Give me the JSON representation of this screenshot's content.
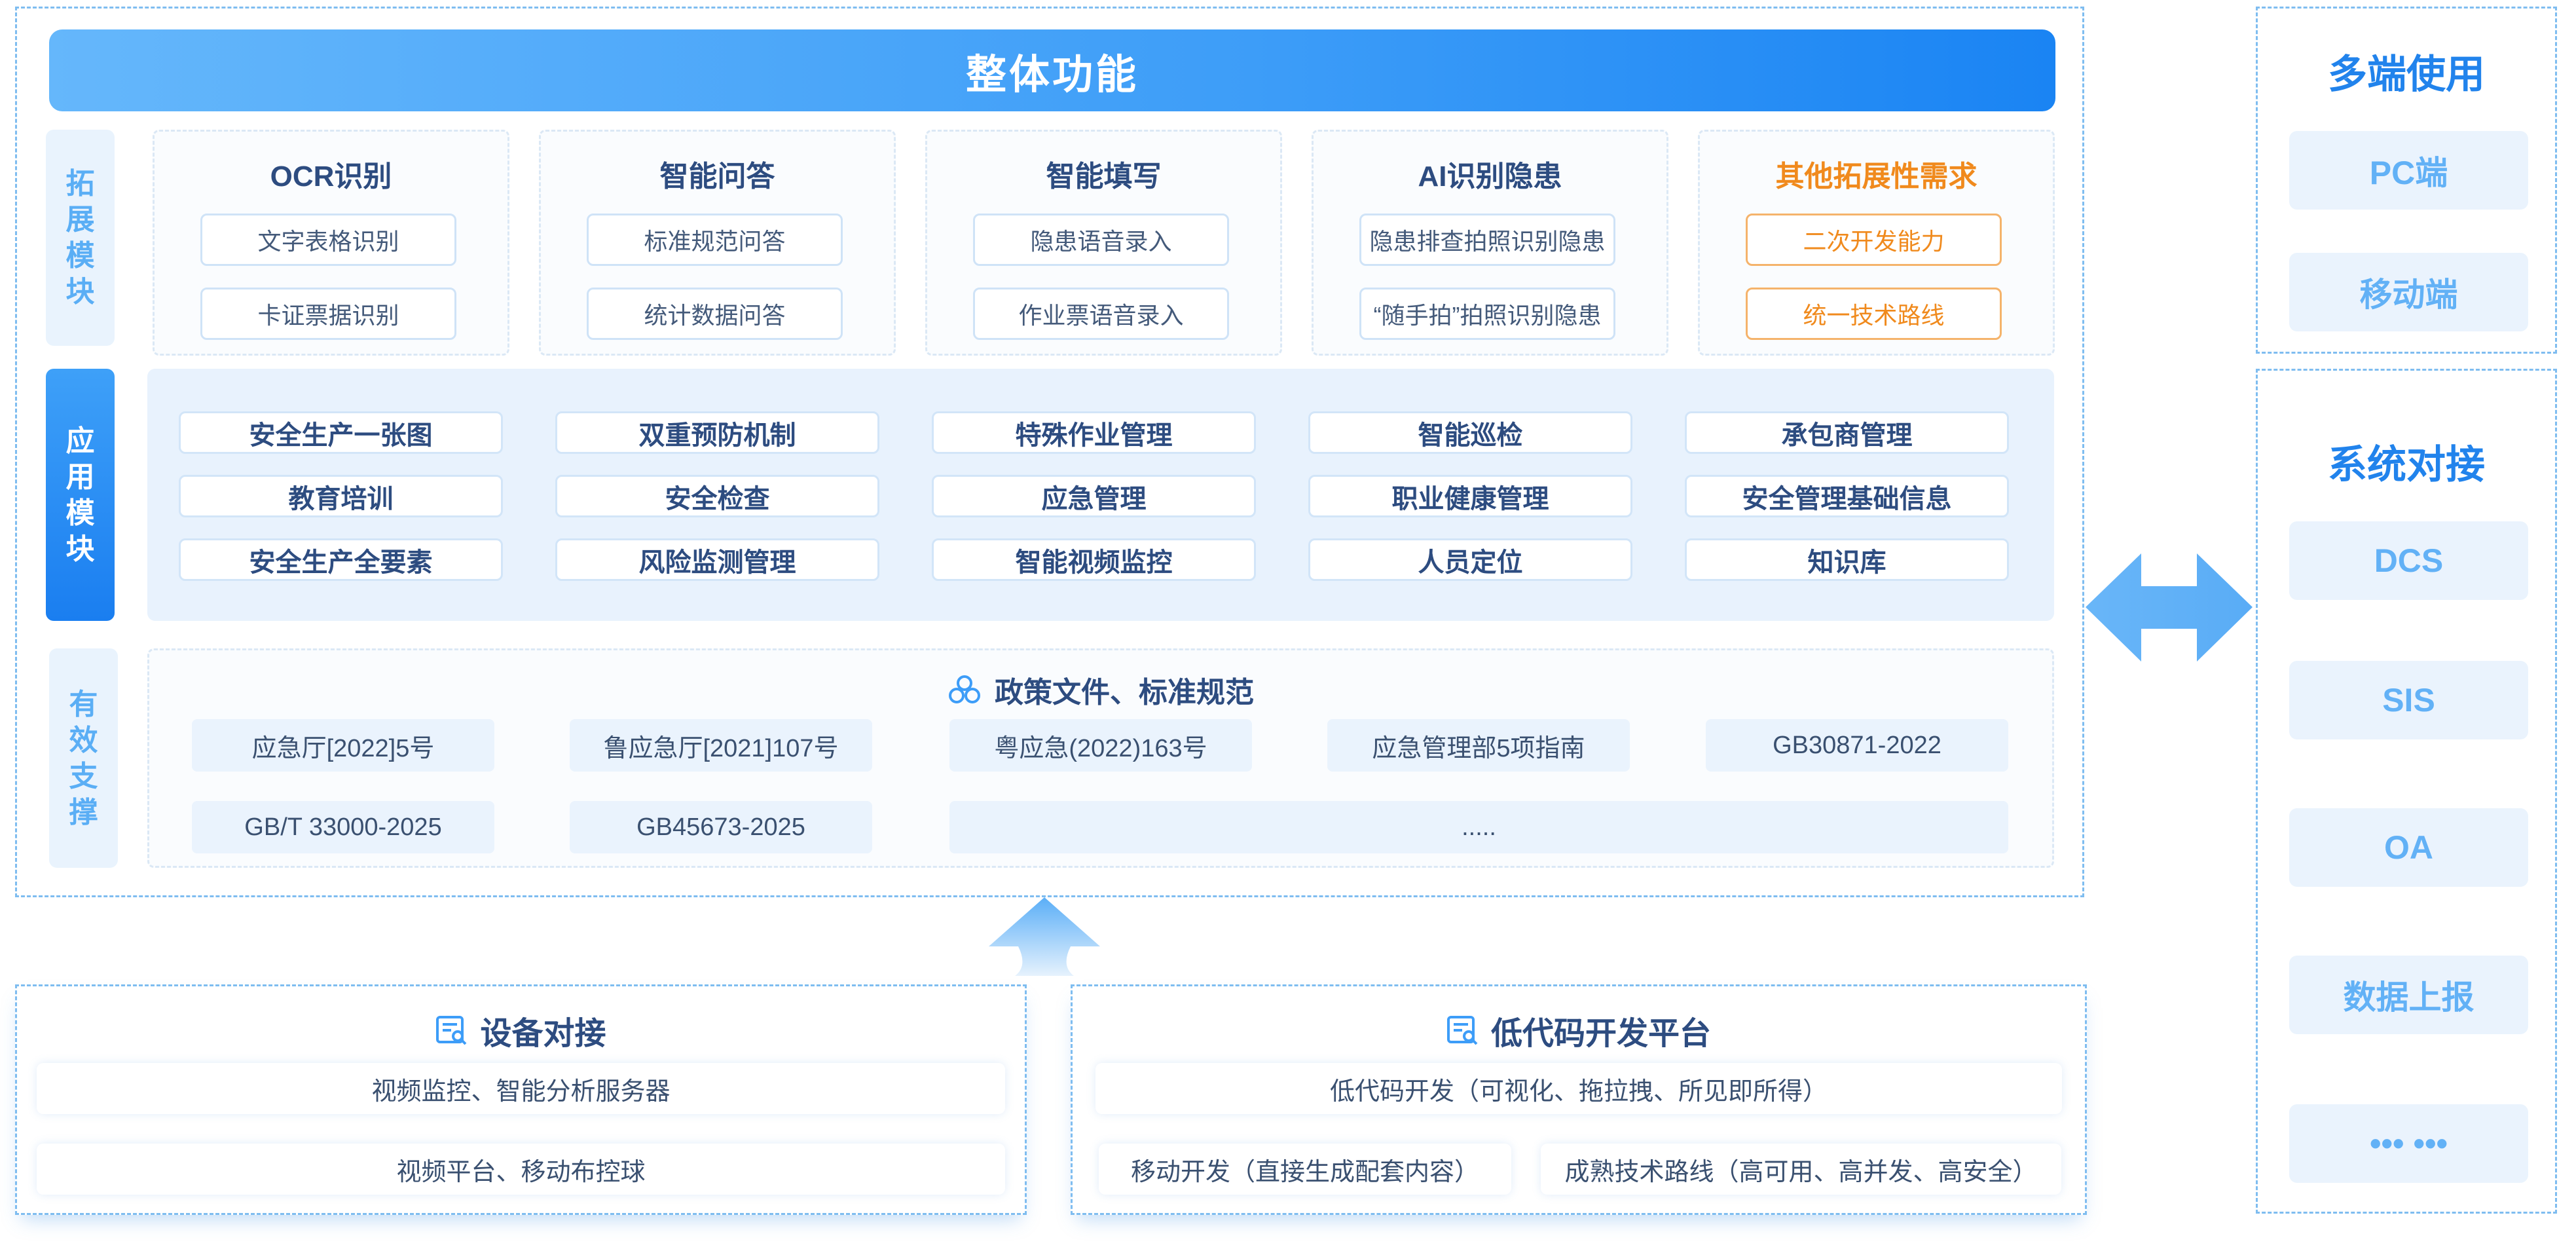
{
  "main": {
    "title": "整体功能"
  },
  "side_labels": {
    "extension": "拓展模块",
    "application": "应用模块",
    "support": "有效支撑"
  },
  "extension_modules": [
    {
      "title": "OCR识别",
      "items": [
        "文字表格识别",
        "卡证票据识别"
      ]
    },
    {
      "title": "智能问答",
      "items": [
        "标准规范问答",
        "统计数据问答"
      ]
    },
    {
      "title": "智能填写",
      "items": [
        "隐患语音录入",
        "作业票语音录入"
      ]
    },
    {
      "title": "AI识别隐患",
      "items": [
        "隐患排查拍照识别隐患",
        "“随手拍”拍照识别隐患"
      ]
    },
    {
      "title": "其他拓展性需求",
      "items": [
        "二次开发能力",
        "统一技术路线"
      ]
    }
  ],
  "application_modules": [
    [
      "安全生产一张图",
      "双重预防机制",
      "特殊作业管理",
      "智能巡检",
      "承包商管理"
    ],
    [
      "教育培训",
      "安全检查",
      "应急管理",
      "职业健康管理",
      "安全管理基础信息"
    ],
    [
      "安全生产全要素",
      "风险监测管理",
      "智能视频监控",
      "人员定位",
      "知识库"
    ]
  ],
  "support": {
    "title": "政策文件、标准规范",
    "row1": [
      "应急厅[2022]5号",
      "鲁应急厅[2021]107号",
      "粤应急(2022)163号",
      "应急管理部5项指南",
      "GB30871-2022"
    ],
    "row2": [
      "GB/T 33000-2025",
      "GB45673-2025",
      "....."
    ]
  },
  "device_integration": {
    "title": "设备对接",
    "items": [
      "视频监控、智能分析服务器",
      "视频平台、移动布控球"
    ]
  },
  "lowcode_platform": {
    "title": "低代码开发平台",
    "items": [
      "低代码开发（可视化、拖拉拽、所见即所得）",
      "移动开发（直接生成配套内容）",
      "成熟技术路线（高可用、高并发、高安全）"
    ]
  },
  "multi_terminal": {
    "title": "多端使用",
    "items": [
      "PC端",
      "移动端"
    ]
  },
  "system_integration": {
    "title": "系统对接",
    "items": [
      "DCS",
      "SIS",
      "OA",
      "数据上报",
      "••• •••"
    ]
  },
  "colors": {
    "primary": "#1a84f3",
    "accent_light": "#e8f2fd",
    "orange": "#f08a1d",
    "text_dark": "#2d4c80",
    "dashed_border": "#7fbdf0"
  },
  "icons": [
    "cluster-icon",
    "document-search-icon",
    "double-arrow-icon",
    "up-arrow-icon"
  ]
}
